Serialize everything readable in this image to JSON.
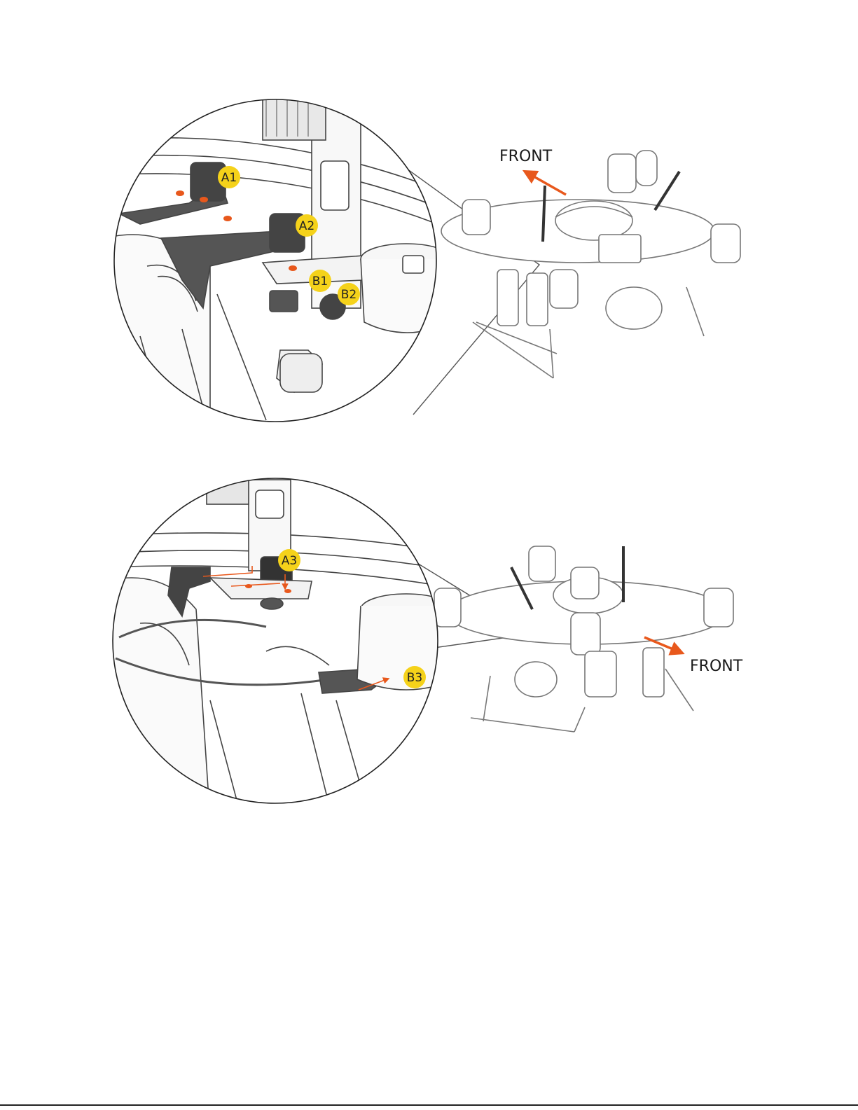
{
  "figure1": {
    "front_label": "FRONT",
    "callouts": [
      "A1",
      "A2",
      "B1",
      "B2"
    ],
    "accent": "#e8581c",
    "callout_color": "#f5d21a"
  },
  "figure2": {
    "front_label": "FRONT",
    "callouts": [
      "A3",
      "B3"
    ],
    "accent": "#e8581c",
    "callout_color": "#f5d21a"
  },
  "icons": [
    "zoom-circle",
    "drone",
    "direction-arrow"
  ]
}
